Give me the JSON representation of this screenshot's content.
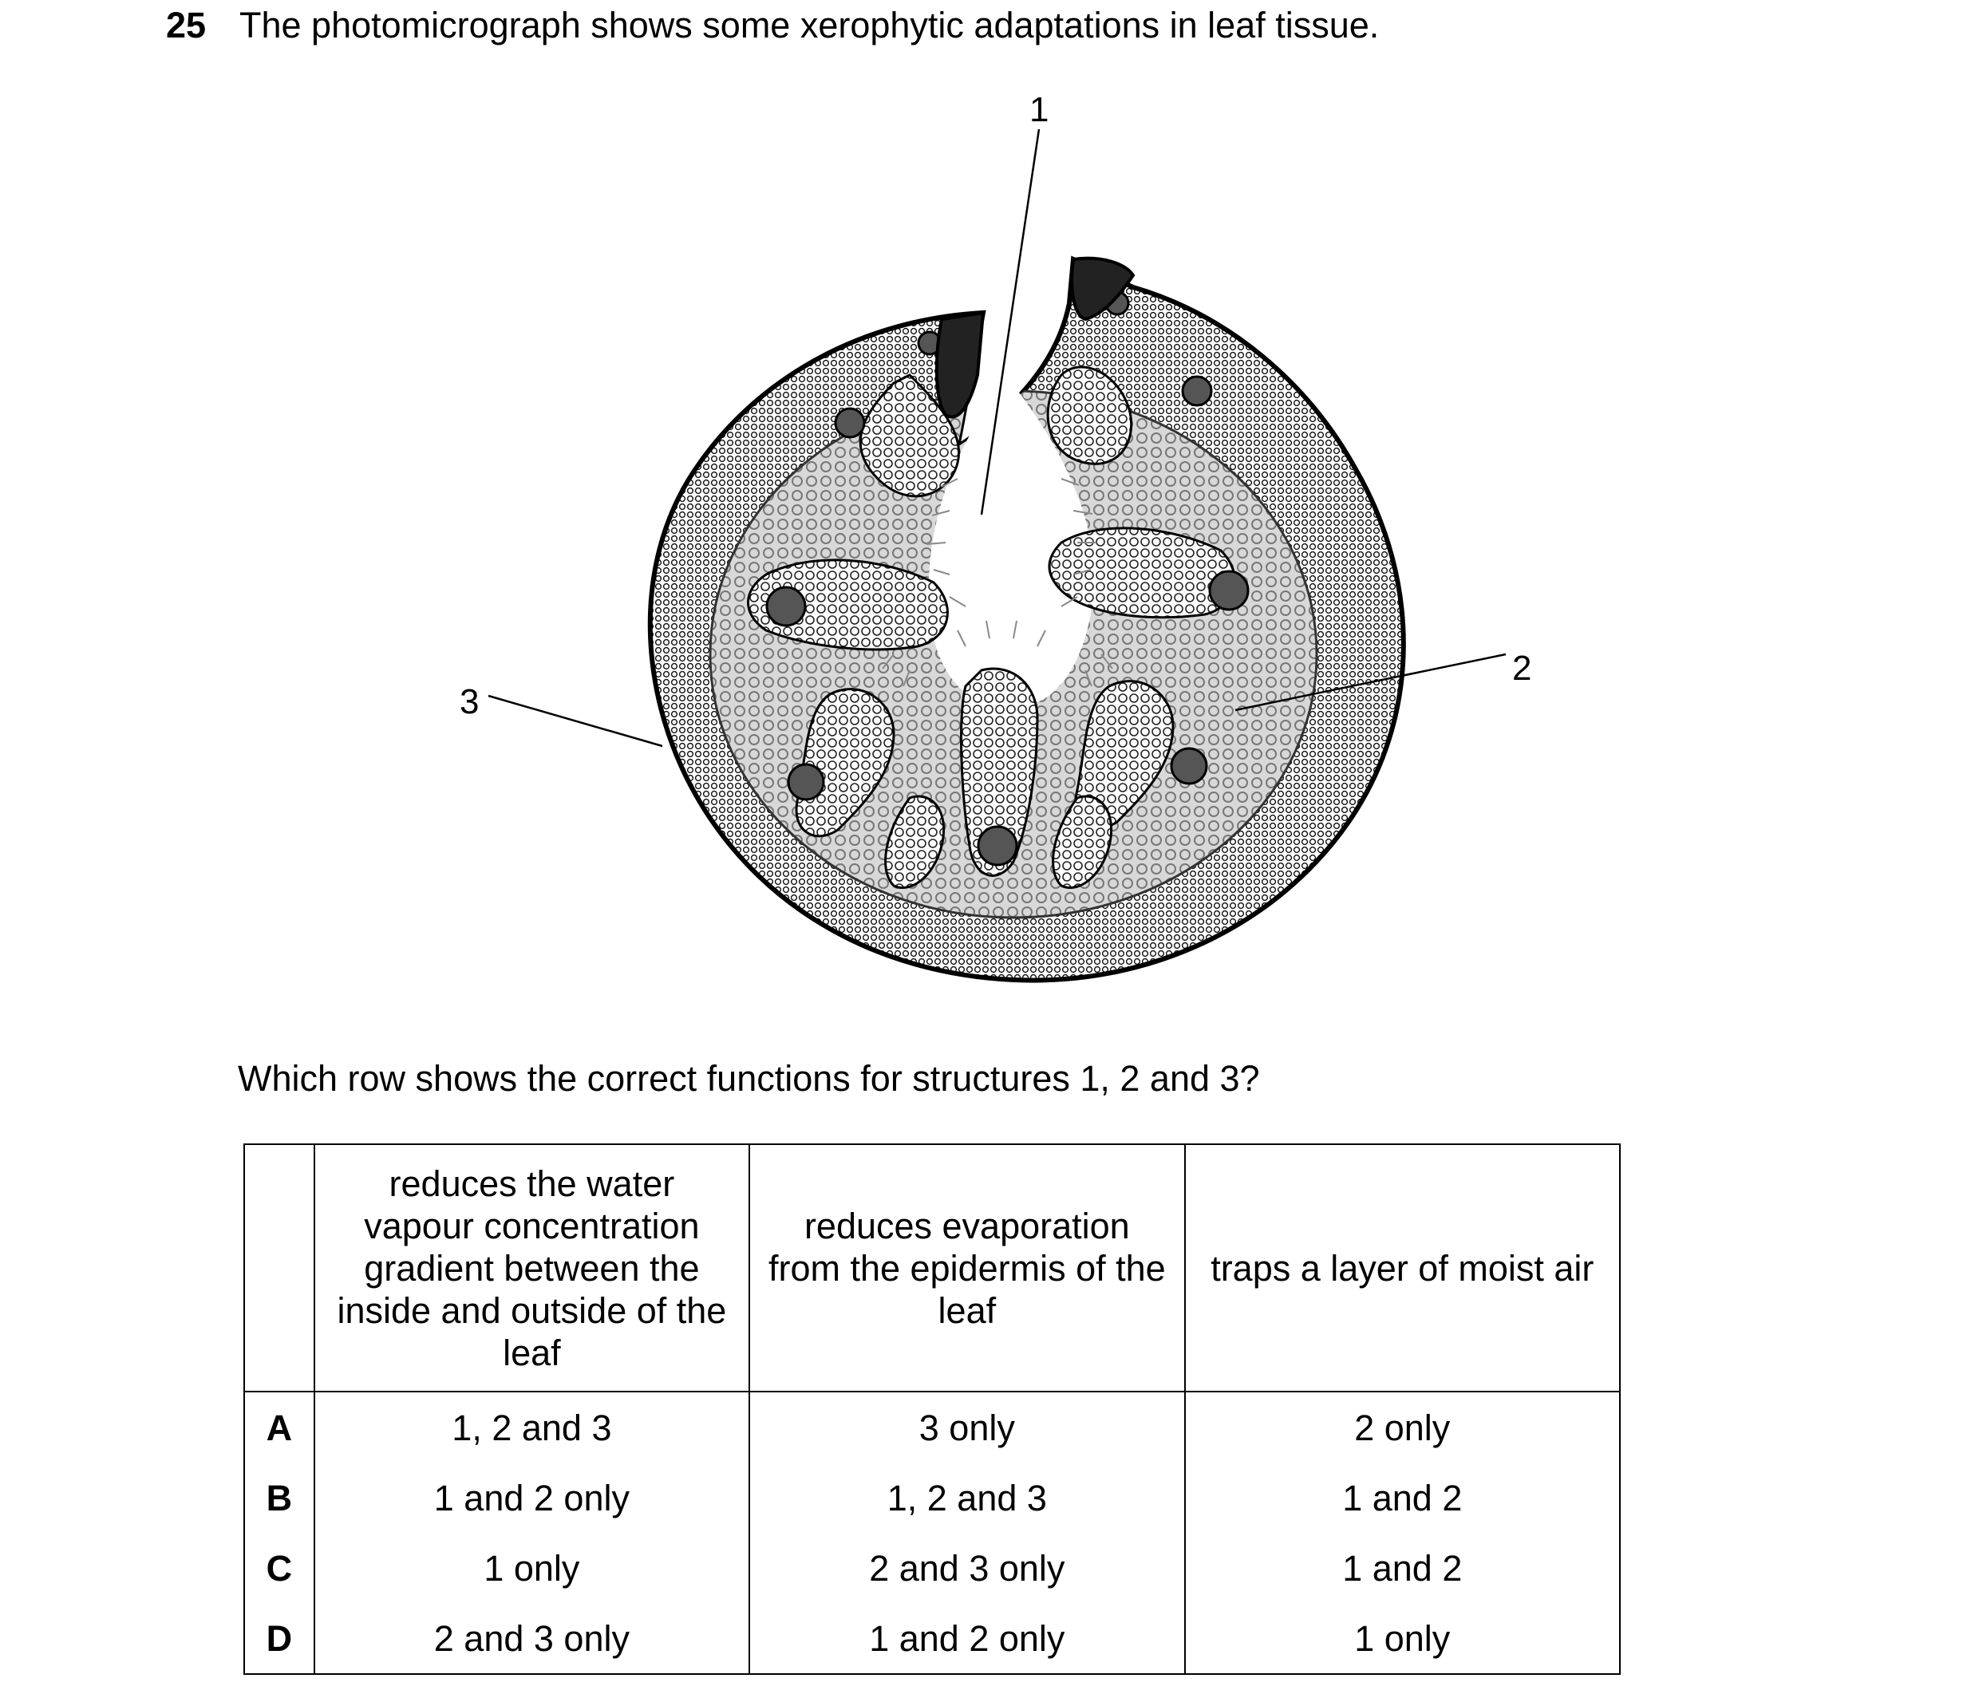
{
  "question": {
    "number": "25",
    "text": "The photomicrograph shows some xerophytic adaptations in leaf tissue."
  },
  "figure": {
    "labels": [
      "1",
      "2",
      "3"
    ]
  },
  "prompt": "Which row shows the correct functions for structures 1, 2 and 3?",
  "table": {
    "columns": [
      "",
      "reduces the water vapour concentration gradient between the inside and outside of the leaf",
      "reduces evaporation from the epidermis of the leaf",
      "traps a layer of moist air"
    ],
    "rows": [
      {
        "letter": "A",
        "cells": [
          "1, 2 and 3",
          "3 only",
          "2 only"
        ]
      },
      {
        "letter": "B",
        "cells": [
          "1 and 2 only",
          "1, 2 and 3",
          "1 and 2"
        ]
      },
      {
        "letter": "C",
        "cells": [
          "1 only",
          "2 and 3 only",
          "1 and 2"
        ]
      },
      {
        "letter": "D",
        "cells": [
          "2 and 3 only",
          "1 and 2 only",
          "1 only"
        ]
      }
    ]
  }
}
